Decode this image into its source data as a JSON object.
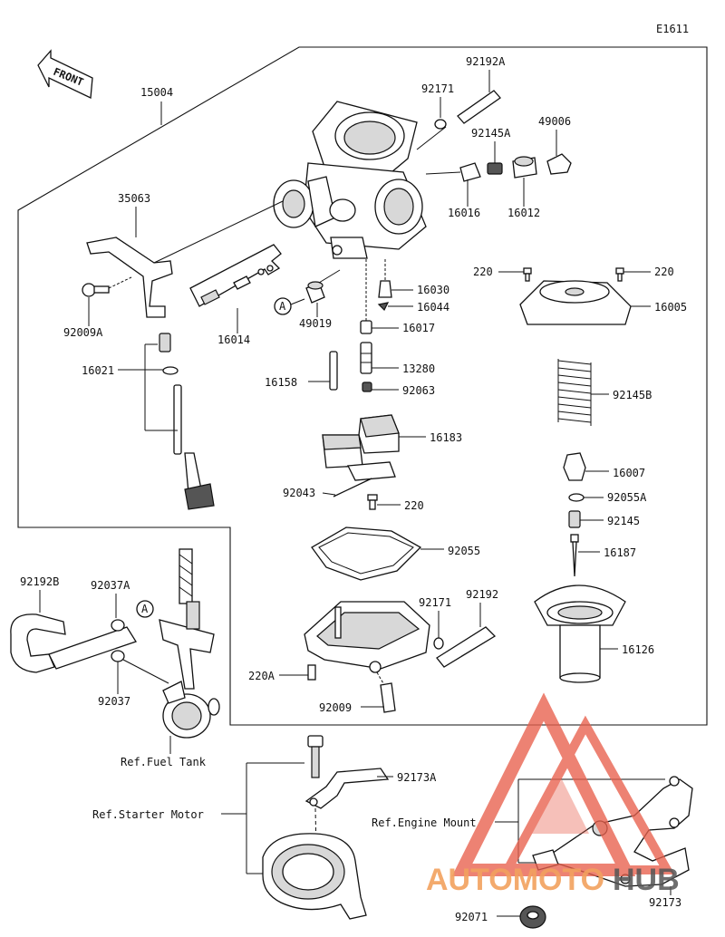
{
  "diagram_code": "E1611",
  "front_label": "FRONT",
  "callout_letter": "A",
  "refs": {
    "fuel_tank": "Ref.Fuel Tank",
    "starter_motor": "Ref.Starter Motor",
    "engine_mount": "Ref.Engine Mount"
  },
  "watermark": {
    "text_a": "AUTOMOTO",
    "text_b": "HUB",
    "color": "#e8604c"
  },
  "parts": {
    "p15004": "15004",
    "p92192A": "92192A",
    "p92171_top": "92171",
    "p49006": "49006",
    "p92145A": "92145A",
    "p16016": "16016",
    "p16012": "16012",
    "p35063": "35063",
    "p220_left": "220",
    "p220_right": "220",
    "p16005": "16005",
    "p16030": "16030",
    "p16044": "16044",
    "p92009A": "92009A",
    "p16014": "16014",
    "p49019": "49019",
    "p16017": "16017",
    "p16021": "16021",
    "p13280": "13280",
    "p16158": "16158",
    "p92063": "92063",
    "p92145B": "92145B",
    "p16183": "16183",
    "p16007": "16007",
    "p92043": "92043",
    "p220_mid": "220",
    "p92055A": "92055A",
    "p92145": "92145",
    "p16187": "16187",
    "p92055": "92055",
    "p92192B": "92192B",
    "p92037A": "92037A",
    "p92171_bot": "92171",
    "p92192": "92192",
    "p16126": "16126",
    "p220A": "220A",
    "p92037": "92037",
    "p92009": "92009",
    "p92173A": "92173A",
    "p92071": "92071",
    "p92173": "92173"
  }
}
